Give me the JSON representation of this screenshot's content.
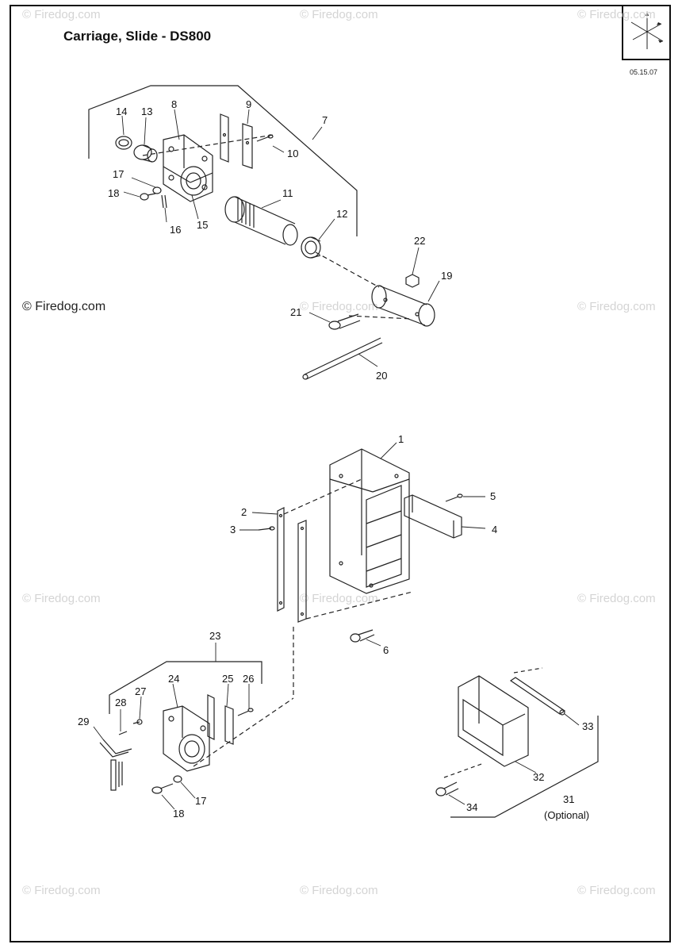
{
  "title": "Carriage, Slide - DS800",
  "date": "05.15.07",
  "copyright": "© Firedog.com",
  "watermark": "© Firedog.com",
  "callouts": [
    "1",
    "2",
    "3",
    "4",
    "5",
    "6",
    "7",
    "8",
    "9",
    "10",
    "11",
    "12",
    "13",
    "14",
    "15",
    "16",
    "17",
    "18",
    "19",
    "20",
    "21",
    "22",
    "23",
    "24",
    "25",
    "26",
    "27",
    "28",
    "29",
    "31",
    "32",
    "33",
    "34",
    "17",
    "18"
  ],
  "optional_label": "(Optional)",
  "compass_icon": "orientation-compass-icon"
}
